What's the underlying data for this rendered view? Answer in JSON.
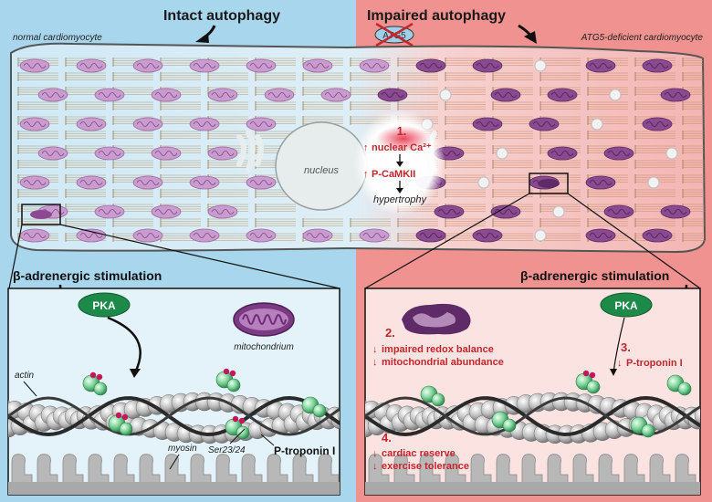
{
  "left": {
    "title": "Intact autophagy",
    "cell_label": "normal cardiomyocyte",
    "stimulus": "β-adrenergic stimulation",
    "kinase": "PKA",
    "organelle_label": "mitochondrium",
    "actin_label": "actin",
    "myosin_label": "myosin",
    "site_label": "Ser23/24",
    "target_label": "P-troponin I"
  },
  "right": {
    "title": "Impaired autophagy",
    "blocked_gene": "ATG5",
    "cell_label": "ATG5-deficient cardiomyocyte",
    "stimulus": "β-adrenergic stimulation",
    "kinase": "PKA",
    "step2_num": "2.",
    "step2_line1": "impaired redox balance",
    "step2_line2": "mitochondrial abundance",
    "step3_num": "3.",
    "step3_line1": "P-troponin I",
    "step4_num": "4.",
    "step4_line1": "cardiac reserve",
    "step4_line2": "exercise tolerance"
  },
  "center": {
    "nucleus_label": "nucleus",
    "step1_num": "1.",
    "step1_line1": "nuclear Ca²⁺",
    "step1_line2": "P-CaMKII",
    "step1_line3": "hypertrophy"
  },
  "colors": {
    "left_bg": "#a8d6ec",
    "right_bg": "#f0928f",
    "accent_red": "#c1272d",
    "pka_green": "#1e8a4a",
    "mito_purple": "#7b3a83"
  }
}
